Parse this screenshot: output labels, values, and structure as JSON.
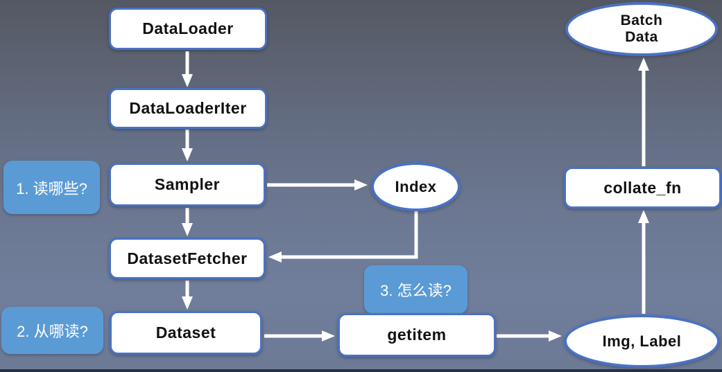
{
  "diagram": {
    "nodes": {
      "dataloader": "DataLoader",
      "dataloaderiter": "DataLoaderIter",
      "sampler": "Sampler",
      "datasetfetcher": "DatasetFetcher",
      "dataset": "Dataset",
      "getitem": "getitem",
      "collate_fn": "collate_fn",
      "index": "Index",
      "batch_line1": "Batch",
      "batch_line2": "Data",
      "img_label": "Img, Label"
    },
    "annotations": {
      "q1": "1. 读哪些?",
      "q2": "2. 从哪读?",
      "q3": "3. 怎么读?"
    },
    "colors": {
      "node_border_blue": "#4a72c4",
      "annotation_blue": "#5b9bd5",
      "arrow_white": "#ffffff",
      "background_top": "#545863",
      "background_bottom": "#6d7a96",
      "node_text": "#111111",
      "annotation_text": "#ffffff"
    }
  }
}
